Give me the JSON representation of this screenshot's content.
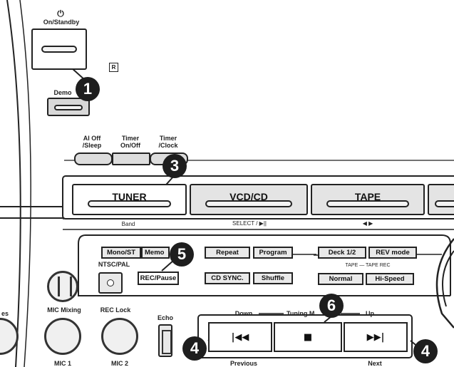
{
  "top": {
    "power_icon": "power-icon",
    "on_standby": "On/Standby",
    "r_mark": "R",
    "demo": "Demo"
  },
  "timer_row": {
    "ai_off": [
      "AI Off",
      "/Sleep"
    ],
    "timer_onoff": [
      "Timer",
      "On/Off"
    ],
    "timer_clock": [
      "Timer",
      "/Clock"
    ]
  },
  "sources": {
    "tuner": "TUNER",
    "vcdcd": "VCD/CD",
    "tape": "TAPE"
  },
  "sub_labels": {
    "band": "Band",
    "select": "SELECT / ▶||",
    "tape_dir": "◀ ▶"
  },
  "buttons": {
    "mono_st": "Mono/ST",
    "memo": "Memo",
    "repeat": "Repeat",
    "program": "Program",
    "deck": "Deck 1/2",
    "rev_mode": "REV mode",
    "ntsc_pal": "NTSC/PAL",
    "rec_pause": "REC/Pause",
    "cd_sync": "CD SYNC.",
    "shuffle": "Shuffle",
    "tape_rec": "TAPE — TAPE REC",
    "normal": "Normal",
    "hi_speed": "Hi-Speed"
  },
  "left_controls": {
    "mic_mixing": "MIC Mixing",
    "rec_lock": "REC Lock",
    "echo": "Echo",
    "mic1": "MIC 1",
    "mic2": "MIC 2",
    "partial_label": "es"
  },
  "transport": {
    "down": "Down",
    "tuning": "Tuning M",
    "up": "Up",
    "prev_symbol": "|◀◀",
    "stop_symbol": "■",
    "next_symbol": "▶▶|",
    "previous": "Previous",
    "next": "Next"
  },
  "callouts": [
    "1",
    "3",
    "5",
    "6",
    "4",
    "4"
  ]
}
